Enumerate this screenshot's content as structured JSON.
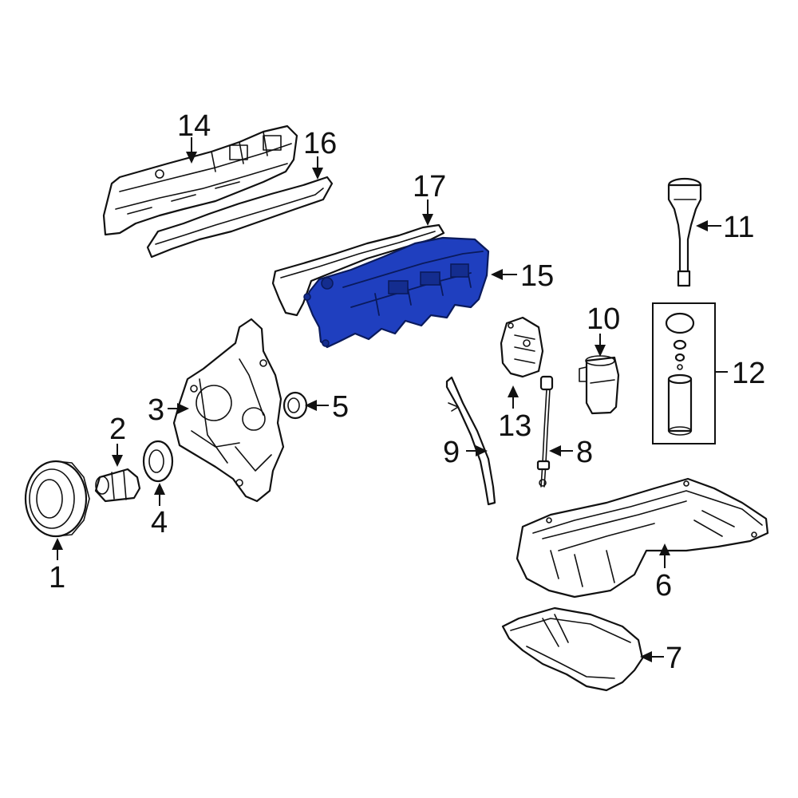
{
  "diagram": {
    "highlight_color": "#1f3fbf",
    "line_color": "#111111",
    "callouts": [
      "1",
      "2",
      "3",
      "4",
      "5",
      "6",
      "7",
      "8",
      "9",
      "10",
      "11",
      "12",
      "13",
      "14",
      "15",
      "16",
      "17"
    ]
  }
}
